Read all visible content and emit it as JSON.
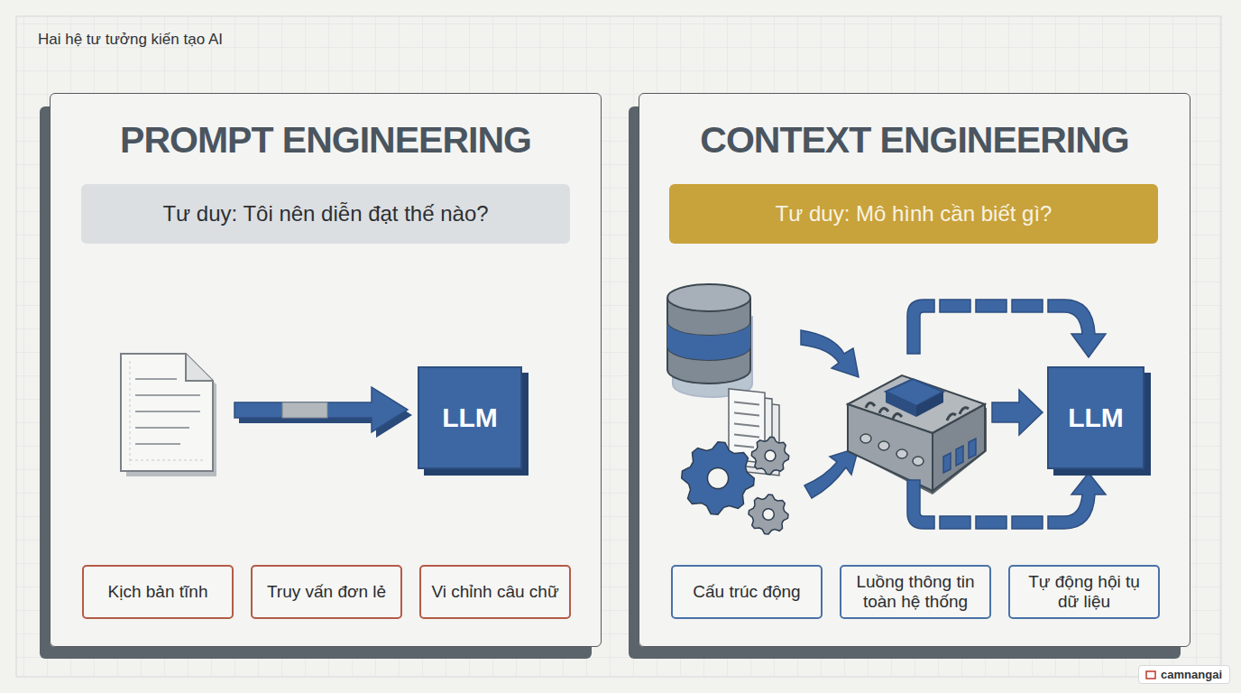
{
  "diagram": {
    "title": "Hai hệ tư tưởng kiến tạo AI",
    "nodes": [
      {
        "text": [
          "PROMPT ENGINEERING"
        ]
      },
      {
        "text": [
          "Tư duy: Tôi nên diễn đạt thế nào?"
        ],
        "in": 0
      },
      {
        "text": [
          "LLM"
        ],
        "in": 0
      },
      {
        "text": [
          "Kịch bản tĩnh"
        ],
        "in": 0
      },
      {
        "text": [
          "Truy vấn đơn lẻ"
        ],
        "in": 0
      },
      {
        "text": [
          "Vi chỉnh câu chữ"
        ],
        "in": 0
      },
      {
        "text": [
          "CONTEXT ENGINEERING"
        ]
      },
      {
        "text": [
          "Tư duy: Mô hình cần biết gì?"
        ],
        "in": 6
      },
      {
        "text": [
          "LLM"
        ],
        "in": 6
      },
      {
        "text": [
          "Cấu trúc động"
        ],
        "in": 6
      },
      {
        "text": [
          "Luồng thông tin toàn hệ thống"
        ],
        "in": 6
      },
      {
        "text": [
          "Tự động hội tụ dữ liệu"
        ],
        "in": 6
      }
    ],
    "labels": [
      "camnangai"
    ]
  }
}
